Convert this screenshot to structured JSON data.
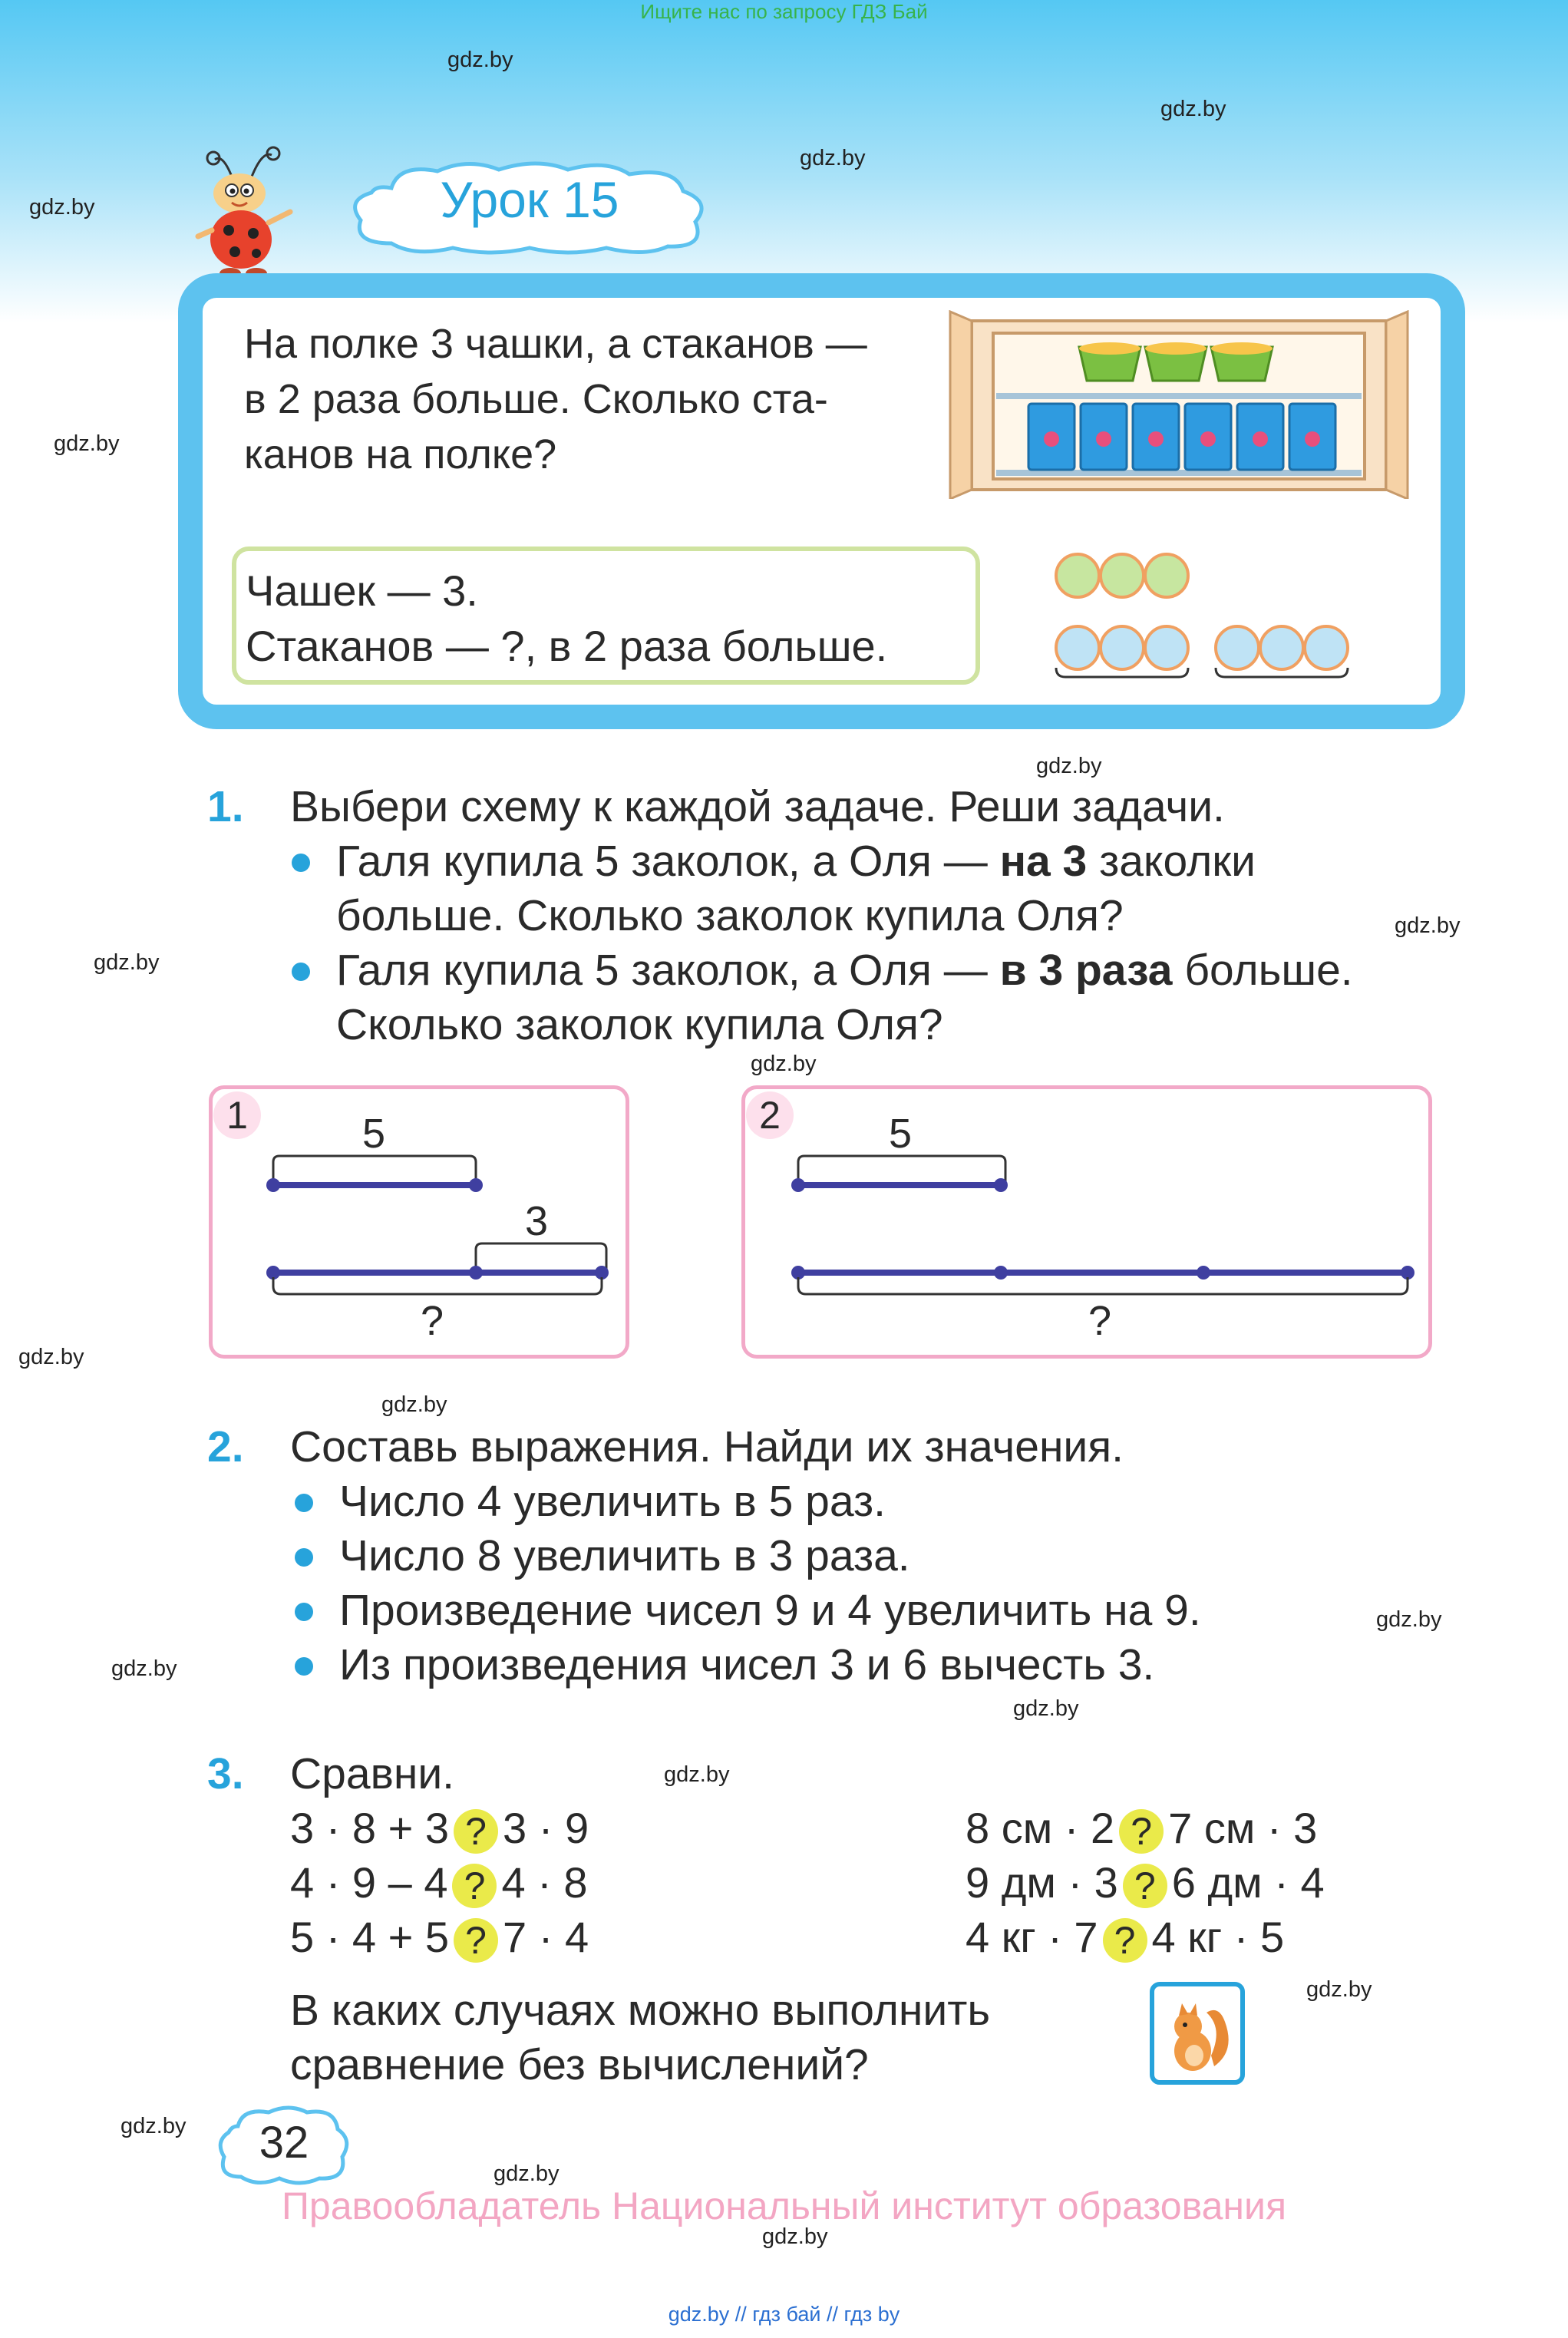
{
  "top_banner": "Ищите нас по запросу ГДЗ Бай",
  "watermark": "gdz.by",
  "lesson_title": "Урок 15",
  "intro": {
    "task_lines": [
      "На полке 3 чашки, а стаканов —",
      "в 2 раза больше. Сколько ста-",
      "канов на полке?"
    ],
    "given_lines": [
      "Чашек — 3.",
      "Стаканов — ?, в 2 раза больше."
    ]
  },
  "task1": {
    "number": "1.",
    "heading": "Выбери схему к каждой задаче. Реши задачи.",
    "b1_line1_pre": "Галя купила 5 заколок, а Оля —",
    "b1_line1_bold": "на 3",
    "b1_line1_post": "заколки",
    "b1_line2": "больше. Сколько заколок купила Оля?",
    "b2_line1_pre": "Галя купила 5 заколок, а Оля —",
    "b2_line1_bold": "в 3 раза",
    "b2_line1_post": "больше.",
    "b2_line2": "Сколько заколок купила Оля?",
    "scheme1": {
      "badge": "1",
      "top_label": "5",
      "extra_label": "3",
      "bottom_label": "?"
    },
    "scheme2": {
      "badge": "2",
      "top_label": "5",
      "bottom_label": "?"
    }
  },
  "task2": {
    "number": "2.",
    "heading": "Составь выражения. Найди их значения.",
    "items": [
      "Число 4 увеличить в 5 раз.",
      "Число 8 увеличить в 3 раза.",
      "Произведение чисел 9 и 4 увеличить на 9.",
      "Из произведения чисел 3 и 6 вычесть 3."
    ]
  },
  "task3": {
    "number": "3.",
    "heading": "Сравни.",
    "q_mark": "?",
    "left": [
      {
        "a": "3 · 8 + 3",
        "b": "3 · 9"
      },
      {
        "a": "4 · 9 – 4",
        "b": "4 · 8"
      },
      {
        "a": "5 · 4 + 5",
        "b": "7 · 4"
      }
    ],
    "right": [
      {
        "a": "8 см · 2",
        "b": "7 см · 3"
      },
      {
        "a": "9 дм · 3",
        "b": "6 дм · 4"
      },
      {
        "a": "4 кг · 7",
        "b": "4 кг · 5"
      }
    ],
    "question_lines": [
      "В каких случаях можно выполнить",
      "сравнение без вычислений?"
    ]
  },
  "page_number": "32",
  "rights": "Правообладатель Национальный институт образования",
  "footer": "gdz.by  //  гдз бай  //  гдз by",
  "colors": {
    "accent": "#27a3db",
    "frame": "#5dc2ef",
    "scheme_border": "#f2a9c8",
    "question": "#eaea4a",
    "green_top": "#37b34a"
  }
}
